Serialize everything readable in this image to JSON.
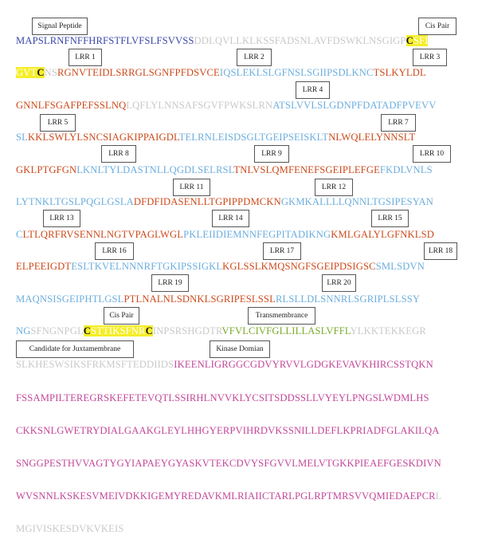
{
  "colors": {
    "signal": "#3a47a8",
    "grey": "#c9c9c9",
    "lrr_red": "#cc4a1c",
    "lrr_blue": "#6caedd",
    "cis": "#e8c020",
    "tm": "#7aaa2a",
    "kinase": "#c2489a"
  },
  "labels": [
    {
      "id": "signal-peptide",
      "text": "Signal Peptide"
    },
    {
      "id": "cis-pair-1",
      "text": "Cis Pair"
    },
    {
      "id": "lrr1",
      "text": "LRR 1"
    },
    {
      "id": "lrr2",
      "text": "LRR 2"
    },
    {
      "id": "lrr3",
      "text": "LRR 3"
    },
    {
      "id": "lrr4",
      "text": "LRR 4"
    },
    {
      "id": "lrr5",
      "text": "LRR 5"
    },
    {
      "id": "lrr7",
      "text": "LRR 7"
    },
    {
      "id": "lrr8",
      "text": "LRR 8"
    },
    {
      "id": "lrr9",
      "text": "LRR 9"
    },
    {
      "id": "lrr10",
      "text": "LRR 10"
    },
    {
      "id": "lrr11",
      "text": "LRR 11"
    },
    {
      "id": "lrr12",
      "text": "LRR 12"
    },
    {
      "id": "lrr13",
      "text": "LRR 13"
    },
    {
      "id": "lrr14",
      "text": "LRR 14"
    },
    {
      "id": "lrr15",
      "text": "LRR 15"
    },
    {
      "id": "lrr16",
      "text": "LRR 16"
    },
    {
      "id": "lrr17",
      "text": "LRR 17"
    },
    {
      "id": "lrr18",
      "text": "LRR 18"
    },
    {
      "id": "lrr19",
      "text": "LRR 19"
    },
    {
      "id": "lrr20",
      "text": "LRR 20"
    },
    {
      "id": "cis-pair-2",
      "text": "Cis Pair"
    },
    {
      "id": "transmembrane",
      "text": "Transmembrance"
    },
    {
      "id": "juxtamembrane",
      "text": "Candidate for Juxtamembrane"
    },
    {
      "id": "kinase",
      "text": "Kinase Domian"
    }
  ],
  "sequence_lines": [
    [
      [
        "MAPSLRNFNFFHRFSTFLVFSLFSVVSS",
        "signal"
      ],
      [
        "DDLQVLLKLKSSFADSNLAVFDSWKLNSGIGP",
        "grey"
      ],
      [
        "C",
        "cys"
      ],
      [
        "SFI",
        "cis"
      ]
    ],
    [
      [
        "GVT",
        "cis"
      ],
      [
        "C",
        "cys"
      ],
      [
        "NS",
        "grey"
      ],
      [
        "RGNVTEIDLSRRGLSGNFPFDSVCE",
        "lrr_red"
      ],
      [
        "IQSLEKLSLGFNSLSGIIPSDLKNC",
        "lrr_blue"
      ],
      [
        "TSLKYLDL",
        "lrr_red"
      ]
    ],
    [
      [
        "GNNLFSGAFPEFSSLNQ",
        "lrr_red"
      ],
      [
        "LQFLYLNNSAFSGVFPWKSLRN",
        "grey"
      ],
      [
        "ATSLVVLSLGDNPFDATADFPVEVV",
        "lrr_blue"
      ]
    ],
    [
      [
        "SL",
        "lrr_blue"
      ],
      [
        "KKLSWLYLSNCSIAGKIPPAIGDL",
        "lrr_red"
      ],
      [
        "TELRNLEISDSGLTGEIPSEISKLT",
        "lrr_blue"
      ],
      [
        "NLWQLELYNNSLT",
        "lrr_red"
      ]
    ],
    [
      [
        "GKLPTGFGN",
        "lrr_red"
      ],
      [
        "LKNLTYLDASTNLLQGDLSELRSL",
        "lrr_blue"
      ],
      [
        "TNLVSLQMFENEFSGEIPLEFGE",
        "lrr_red"
      ],
      [
        "FKDLVNLS",
        "lrr_blue"
      ]
    ],
    [
      [
        "LYTNKLTGSLPQGLGSLA",
        "lrr_blue"
      ],
      [
        "DFDFIDASENLLTGPIPPDMCKN",
        "lrr_red"
      ],
      [
        "GKMKALLLLQNNLTGSIPESYAN",
        "lrr_blue"
      ]
    ],
    [
      [
        "C",
        "lrr_blue"
      ],
      [
        "LTLQRFRVSENNLNGTVPAGLWGL",
        "lrr_red"
      ],
      [
        "PKLEIIDIEMNNFEGPITADIKNG",
        "lrr_blue"
      ],
      [
        "KMLGALYLGFNKLSD",
        "lrr_red"
      ]
    ],
    [
      [
        "ELPEEIGDT",
        "lrr_red"
      ],
      [
        "ESLTKVELNNNRFTGKIPSSIGKL",
        "lrr_blue"
      ],
      [
        "KGLSSLKMQSNGFSGEIPDSIGSC",
        "lrr_red"
      ],
      [
        "SMLSDVN",
        "lrr_blue"
      ]
    ],
    [
      [
        "MAQNSISGEIPHTLGSL",
        "lrr_blue"
      ],
      [
        "PTLNALNLSDNKLSGRIPESLSSL",
        "lrr_red"
      ],
      [
        "RLSLLDLSNNRLSGRIPLSLSSY",
        "lrr_blue"
      ]
    ],
    [
      [
        "NG",
        "lrr_blue"
      ],
      [
        "SFNGNPGL",
        "grey"
      ],
      [
        "C",
        "cys"
      ],
      [
        "STTIKSFNR",
        "cis"
      ],
      [
        "C",
        "cys"
      ],
      [
        "INPSRSHGDTR",
        "grey"
      ],
      [
        "VFVLCIVFGLLILLASLVFFL",
        "tm"
      ],
      [
        "YLKKTEKKEGR",
        "grey"
      ]
    ],
    [
      [
        "SLKHESWSIKSFRKMSFTEDDIIDS",
        "grey"
      ],
      [
        "IKEENLIGRGGCGDVYRVVLGDGKEVAVKHIRCSSTQKN",
        "kinase"
      ]
    ],
    [
      [
        "FSSAMPILTEREGRSKEFETEVQTLSSIRHLNVVKLYCSITSDDSSLLVYEYLPNGSLWDMLHS",
        "kinase"
      ]
    ],
    [
      [
        "CKKSNLGWETRYDIALGAAKGLEYLHHGYERPVIHRDVKSSNILLDEFLKPRIADFGLAKILQA",
        "kinase"
      ]
    ],
    [
      [
        "SNGGPESTHVVAGTYGYIAPAEYGYASKVTEKCDVYSFGVVLMELVTGKKPIEAEFGESKDIVN",
        "kinase"
      ]
    ],
    [
      [
        "WVSNNLKSKESVMEIVDKKIGEMYREDAVKMLRIAIICTARLPGLRPTMRSVVQMIEDAEPCR",
        "kinase"
      ],
      [
        "L",
        "grey"
      ]
    ],
    [
      [
        "MGIVISKESDVKVKEIS",
        "grey"
      ]
    ]
  ]
}
